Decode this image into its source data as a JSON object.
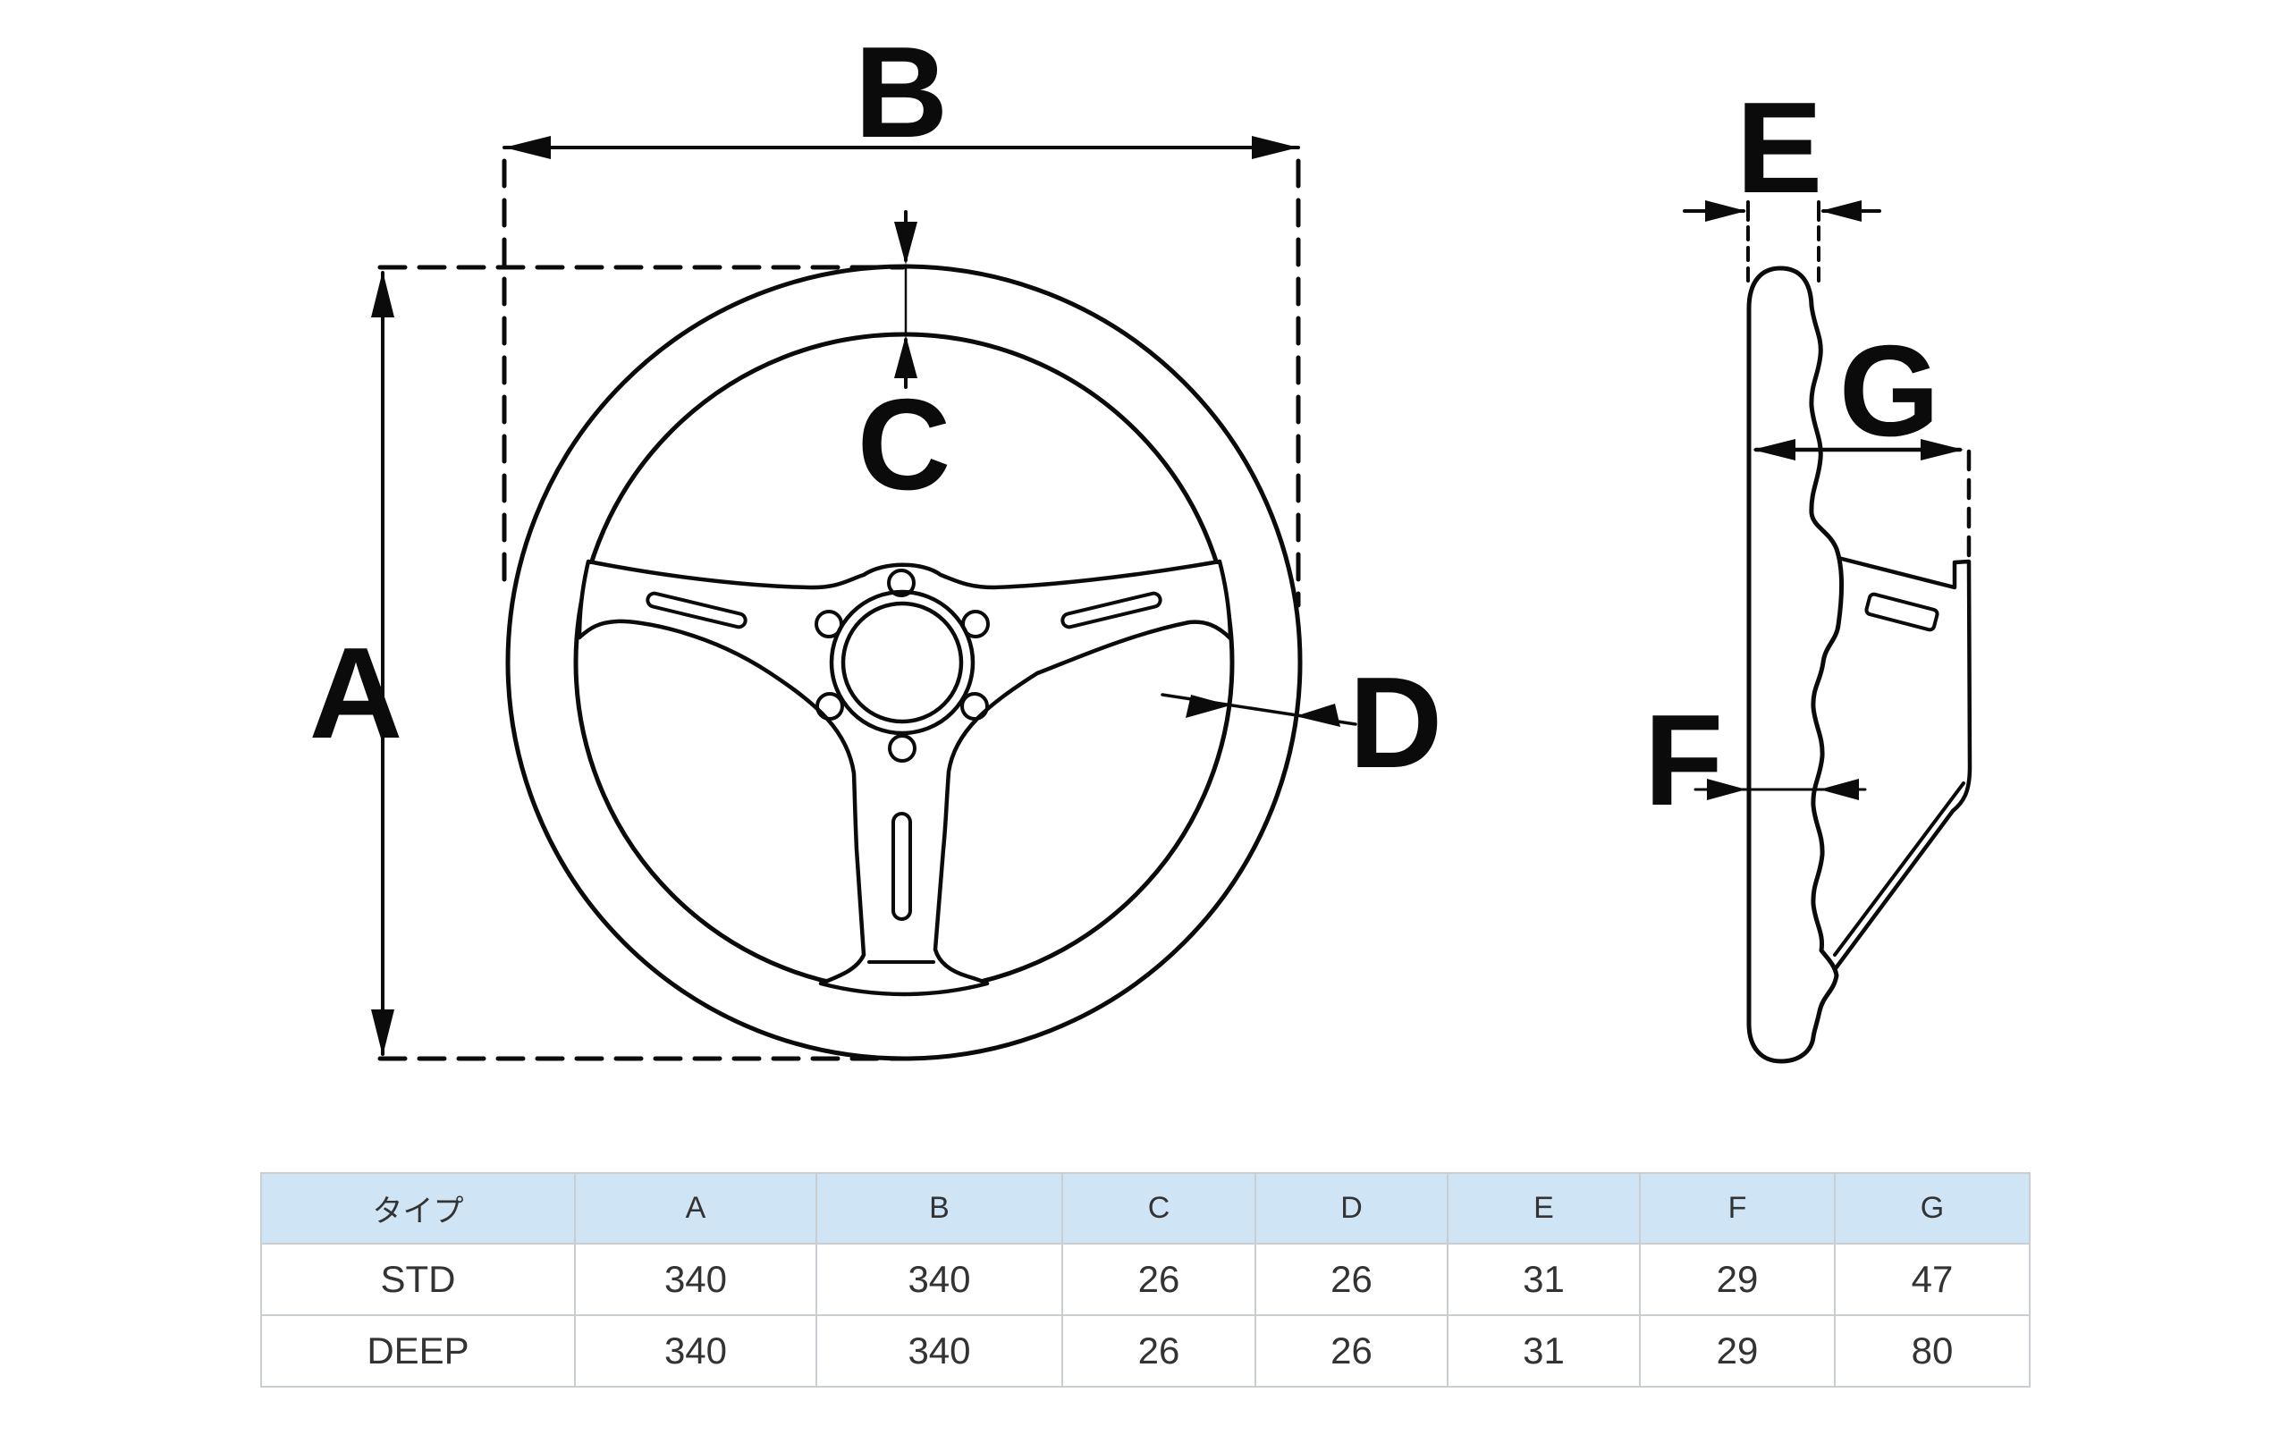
{
  "diagram": {
    "labels": {
      "a": "A",
      "b": "B",
      "c": "C",
      "d": "D",
      "e": "E",
      "f": "F",
      "g": "G"
    }
  },
  "table": {
    "headers": [
      "タイプ",
      "A",
      "B",
      "C",
      "D",
      "E",
      "F",
      "G"
    ],
    "rows": [
      [
        "STD",
        "340",
        "340",
        "26",
        "26",
        "31",
        "29",
        "47"
      ],
      [
        "DEEP",
        "340",
        "340",
        "26",
        "26",
        "31",
        "29",
        "80"
      ]
    ]
  },
  "colors": {
    "line": "#0b0b0b",
    "table_header_bg": "#cfe4f4",
    "table_border": "#c9ced3",
    "table_text": "#333333",
    "background": "#ffffff"
  }
}
